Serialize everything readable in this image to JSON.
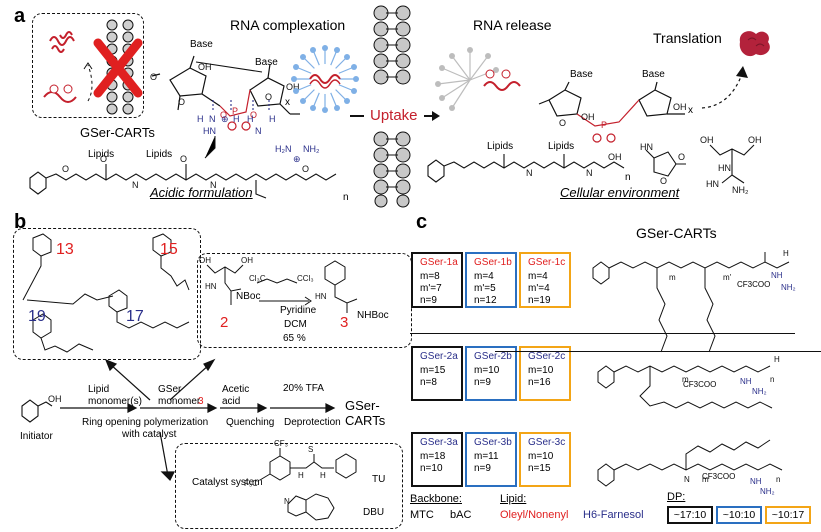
{
  "panel_a": {
    "letter": "a",
    "rna_complexation": "RNA complexation",
    "rna_release": "RNA release",
    "translation": "Translation",
    "uptake": "Uptake",
    "gser_carts": "GSer-CARTs",
    "acidic_formulation": "Acidic formulation",
    "cellular_environment": "Cellular environment",
    "base1": "Base",
    "base2": "Base",
    "base3": "Base",
    "base4": "Base",
    "lipids1": "Lipids",
    "lipids2": "Lipids",
    "lipids3": "Lipids",
    "lipids4": "Lipids",
    "x1": "x",
    "x2": "x",
    "n1": "n",
    "n2": "n"
  },
  "panel_b": {
    "letter": "b",
    "m13": "13",
    "m15": "15",
    "m19": "19",
    "m17": "17",
    "m2": "2",
    "m3": "3",
    "reagent": "Pyridine",
    "solvent": "DCM",
    "yield": "65 %",
    "initiator": "Initiator",
    "lipid_monomers": "Lipid\nmonomer(s)",
    "gser_monomer": "GSer\nmonomer",
    "gser_monomer_num": "3",
    "acetic_acid": "Acetic\nacid",
    "tfa": "20% TFA",
    "gser_carts": "GSer-\nCARTs",
    "rop": "Ring opening polymerization",
    "with_catalyst": "with catalyst",
    "quenching": "Quenching",
    "deprotection": "Deprotection",
    "catalyst_system": "Catalyst system",
    "tu": "TU",
    "dbu": "DBU",
    "nhboc1": "NBoc",
    "nhboc2": "NHBoc"
  },
  "panel_c": {
    "letter": "c",
    "title": "GSer-CARTs",
    "rows": [
      [
        {
          "name": "GSer-1a",
          "l1": "m=8",
          "l2": "m'=7",
          "l3": "n=9",
          "color": "red",
          "frame": "black"
        },
        {
          "name": "GSer-1b",
          "l1": "m=4",
          "l2": "m'=5",
          "l3": "n=12",
          "color": "red",
          "frame": "blue"
        },
        {
          "name": "GSer-1c",
          "l1": "m=4",
          "l2": "m'=4",
          "l3": "n=19",
          "color": "red",
          "frame": "orange"
        }
      ],
      [
        {
          "name": "GSer-2a",
          "l1": "m=15",
          "l2": "n=8",
          "l3": "",
          "color": "navy",
          "frame": "black"
        },
        {
          "name": "GSer-2b",
          "l1": "m=10",
          "l2": "n=9",
          "l3": "",
          "color": "navy",
          "frame": "blue"
        },
        {
          "name": "GSer-2c",
          "l1": "m=10",
          "l2": "n=16",
          "l3": "",
          "color": "navy",
          "frame": "orange"
        }
      ],
      [
        {
          "name": "GSer-3a",
          "l1": "m=18",
          "l2": "n=10",
          "l3": "",
          "color": "navy",
          "frame": "black"
        },
        {
          "name": "GSer-3b",
          "l1": "m=11",
          "l2": "n=9",
          "l3": "",
          "color": "navy",
          "frame": "blue"
        },
        {
          "name": "GSer-3c",
          "l1": "m=10",
          "l2": "n=15",
          "l3": "",
          "color": "navy",
          "frame": "orange"
        }
      ]
    ],
    "legend": {
      "backbone_title": "Backbone:",
      "mtc": "MTC",
      "bac": "bAC",
      "lipid_title": "Lipid:",
      "oleyl": "Oleyl/Nonenyl",
      "farnesol": "H6-Farnesol",
      "dp_title": "DP:",
      "dp1": "~17:10",
      "dp2": "~10:10",
      "dp3": "~10:17"
    },
    "cf3coo1": "CF3COO",
    "cf3coo2": "CF3COO",
    "cf3coo3": "CF3COO"
  },
  "colors": {
    "red": "#e02020",
    "navy": "#2a2f8a",
    "blue_frame": "#2a6fc0",
    "orange_frame": "#f3a516",
    "rna": "#c4202c",
    "lipid_blue": "#7fb0e6",
    "membrane_grey": "#c8c8c8"
  }
}
